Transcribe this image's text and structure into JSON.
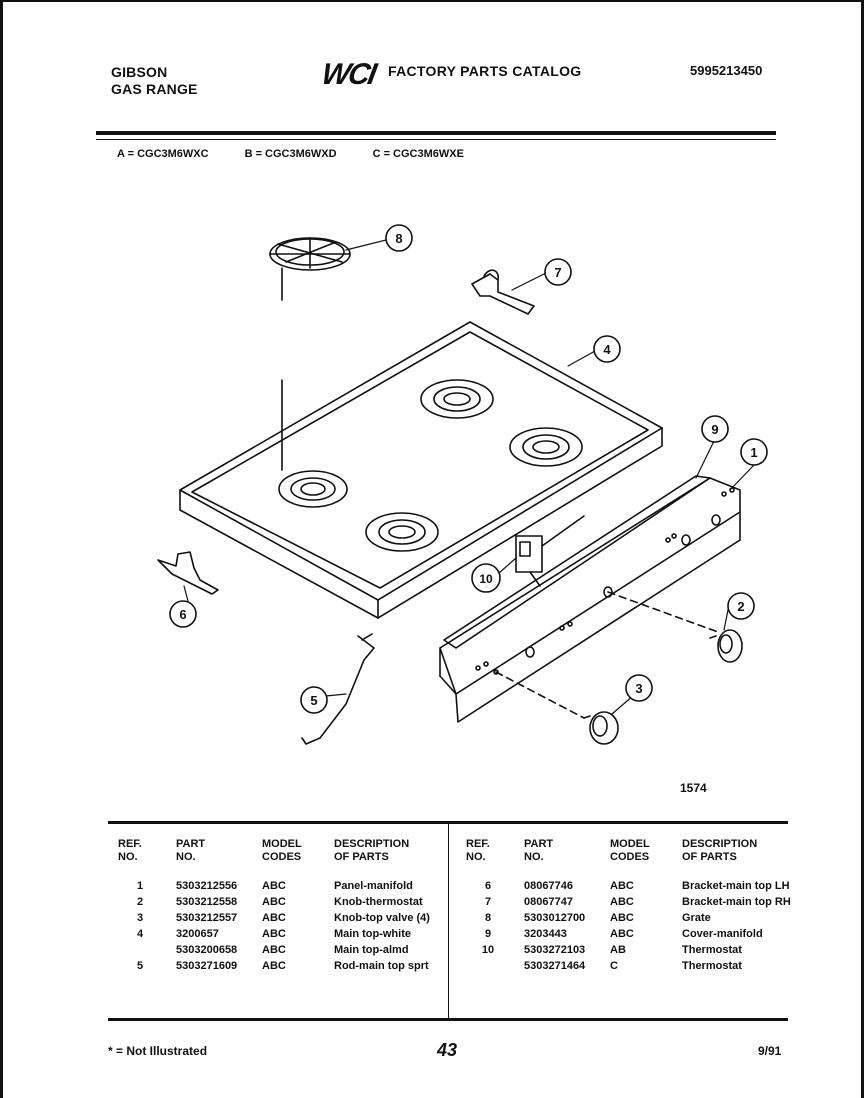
{
  "header": {
    "brand": "GIBSON",
    "product": "GAS RANGE",
    "logo": "WCI",
    "title": "FACTORY PARTS CATALOG",
    "catalog_number": "5995213450"
  },
  "models": [
    "A = CGC3M6WXC",
    "B = CGC3M6WXD",
    "C = CGC3M6WXE"
  ],
  "callouts": [
    "1",
    "2",
    "3",
    "4",
    "5",
    "6",
    "7",
    "8",
    "9",
    "10"
  ],
  "figure_number": "1574",
  "table": {
    "headers": {
      "ref": [
        "REF.",
        "NO."
      ],
      "part": [
        "PART",
        "NO."
      ],
      "model": [
        "MODEL",
        "CODES"
      ],
      "desc": [
        "DESCRIPTION",
        "OF PARTS"
      ]
    },
    "right_desc_header": [
      "DESCRIPTION",
      "OF PARTS"
    ],
    "left_rows": [
      {
        "ref": "1",
        "part": "5303212556",
        "codes": "ABC",
        "desc": "Panel-manifold"
      },
      {
        "ref": "2",
        "part": "5303212558",
        "codes": "ABC",
        "desc": "Knob-thermostat"
      },
      {
        "ref": "3",
        "part": "5303212557",
        "codes": "ABC",
        "desc": "Knob-top valve (4)"
      },
      {
        "ref": "4",
        "part": "3200657",
        "codes": "ABC",
        "desc": "Main top-white"
      },
      {
        "ref": "",
        "part": "5303200658",
        "codes": "ABC",
        "desc": "Main top-almd"
      },
      {
        "ref": "5",
        "part": "5303271609",
        "codes": "ABC",
        "desc": "Rod-main top sprt"
      }
    ],
    "right_rows": [
      {
        "ref": "6",
        "part": "08067746",
        "codes": "ABC",
        "desc": "Bracket-main top LH"
      },
      {
        "ref": "7",
        "part": "08067747",
        "codes": "ABC",
        "desc": "Bracket-main top RH"
      },
      {
        "ref": "8",
        "part": "5303012700",
        "codes": "ABC",
        "desc": "Grate"
      },
      {
        "ref": "9",
        "part": "3203443",
        "codes": "ABC",
        "desc": "Cover-manifold"
      },
      {
        "ref": "10",
        "part": "5303272103",
        "codes": "AB",
        "desc": "Thermostat"
      },
      {
        "ref": "",
        "part": "5303271464",
        "codes": "C",
        "desc": "Thermostat"
      }
    ]
  },
  "footer": {
    "note": "* = Not Illustrated",
    "page": "43",
    "date": "9/91"
  }
}
